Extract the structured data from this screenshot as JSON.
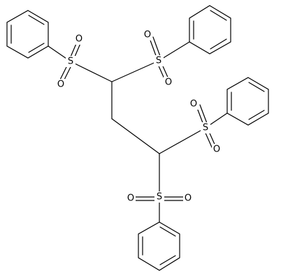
{
  "molecule": {
    "atom_labels": {
      "sulfur": "S",
      "oxygen": "O"
    },
    "sulfonyl_groups": [
      {
        "id": "s1",
        "label": "S",
        "oxygens": [
          "O",
          "O"
        ]
      },
      {
        "id": "s2",
        "label": "S",
        "oxygens": [
          "O",
          "O"
        ]
      },
      {
        "id": "s3",
        "label": "S",
        "oxygens": [
          "O",
          "O"
        ]
      },
      {
        "id": "s4",
        "label": "S",
        "oxygens": [
          "O",
          "O"
        ]
      }
    ],
    "phenyl_ring_count": 4,
    "colors": {
      "bond": "#000000",
      "background": "#ffffff"
    }
  }
}
